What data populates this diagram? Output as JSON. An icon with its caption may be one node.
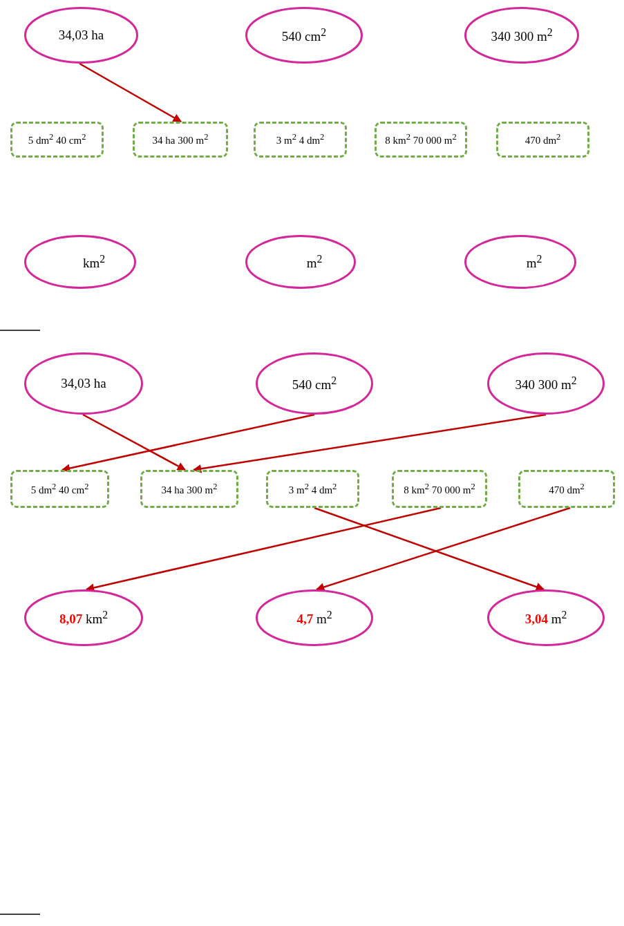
{
  "diagram": {
    "nodes": [
      {
        "text": [
          "34,03 ha"
        ]
      },
      {
        "text": [
          "540 cm$^{2}$"
        ]
      },
      {
        "text": [
          "340 300 m$^{2}$"
        ]
      },
      {
        "text": [
          "5 dm$^{2}$ 40 cm$^{2}$"
        ]
      },
      {
        "text": [
          "34 ha 300 m$^{2}$"
        ]
      },
      {
        "text": [
          "3 m$^{2}$ 4 dm$^{2}$"
        ]
      },
      {
        "text": [
          "8 km$^{2}$ 70 000 m$^{2}$"
        ]
      },
      {
        "text": [
          "470 dm$^{2}$"
        ]
      },
      {
        "text": [
          "km$^{2}$"
        ]
      },
      {
        "text": [
          "m$^{2}$"
        ]
      },
      {
        "text": [
          "m$^{2}$"
        ]
      },
      {
        "text": [
          "34,03 ha"
        ]
      },
      {
        "text": [
          "540 cm$^{2}$"
        ]
      },
      {
        "text": [
          "340 300 m$^{2}$"
        ]
      },
      {
        "text": [
          "5 dm$^{2}$ 40 cm$^{2}$"
        ]
      },
      {
        "text": [
          "34 ha 300 m$^{2}$"
        ]
      },
      {
        "text": [
          "3 m$^{2}$ 4 dm$^{2}$"
        ]
      },
      {
        "text": [
          "8 km$^{2}$ 70 000 m$^{2}$"
        ]
      },
      {
        "text": [
          "470 dm$^{2}$"
        ]
      },
      {
        "text": [
          "**8,07** km$^{2}$"
        ]
      },
      {
        "text": [
          "**4,7** m$^{2}$"
        ]
      },
      {
        "text": [
          "**3,04** m$^{2}$"
        ]
      }
    ],
    "edges": [
      {
        "from": 0,
        "to": 4,
        "arrow": "to"
      },
      {
        "from": 11,
        "to": 15,
        "arrow": "to"
      },
      {
        "from": 12,
        "to": 14,
        "arrow": "to"
      },
      {
        "from": 13,
        "to": 15,
        "arrow": "to"
      },
      {
        "from": 16,
        "to": 21,
        "arrow": "to"
      },
      {
        "from": 17,
        "to": 19,
        "arrow": "to"
      },
      {
        "from": 18,
        "to": 20,
        "arrow": "to"
      }
    ]
  }
}
